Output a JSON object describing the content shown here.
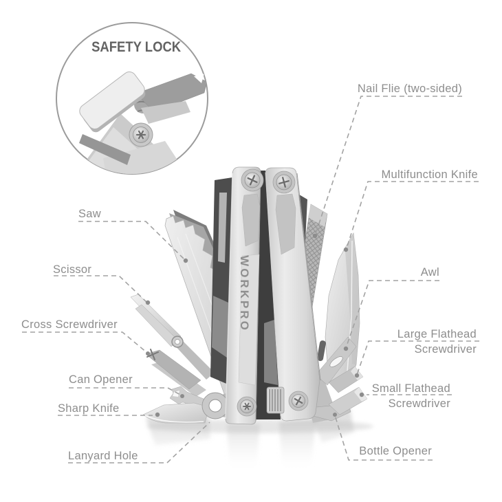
{
  "inset": {
    "title": "SAFETY LOCK"
  },
  "brand": {
    "name": "WORKPRO"
  },
  "callouts": {
    "nail_file": {
      "label": "Nail Flie (two-sided)"
    },
    "multifunction_knife": {
      "label": "Multifunction Knife"
    },
    "awl": {
      "label": "Awl"
    },
    "large_flathead": {
      "line1": "Large Flathead",
      "line2": "Screwdriver"
    },
    "small_flathead": {
      "line1": "Small Flathead",
      "line2": "Screwdriver"
    },
    "bottle_opener": {
      "label": "Bottle Opener"
    },
    "saw": {
      "label": "Saw"
    },
    "scissor": {
      "label": "Scissor"
    },
    "cross_screwdriver": {
      "label": "Cross Screwdriver"
    },
    "can_opener": {
      "label": "Can Opener"
    },
    "sharp_knife": {
      "label": "Sharp Knife"
    },
    "lanyard_hole": {
      "label": "Lanyard Hole"
    }
  },
  "colors": {
    "background": "#ffffff",
    "label_text": "#8d8d8d",
    "inset_title_text": "#636363",
    "leader_line": "#a2a2a2",
    "leader_dot": "#8c8c8c",
    "brand_text": "#8f8f8f",
    "metal_light": "#ededed",
    "metal_mid": "#c9c9c9",
    "metal_dark": "#9a9a9a",
    "slot_dark": "#3e3e3e"
  }
}
